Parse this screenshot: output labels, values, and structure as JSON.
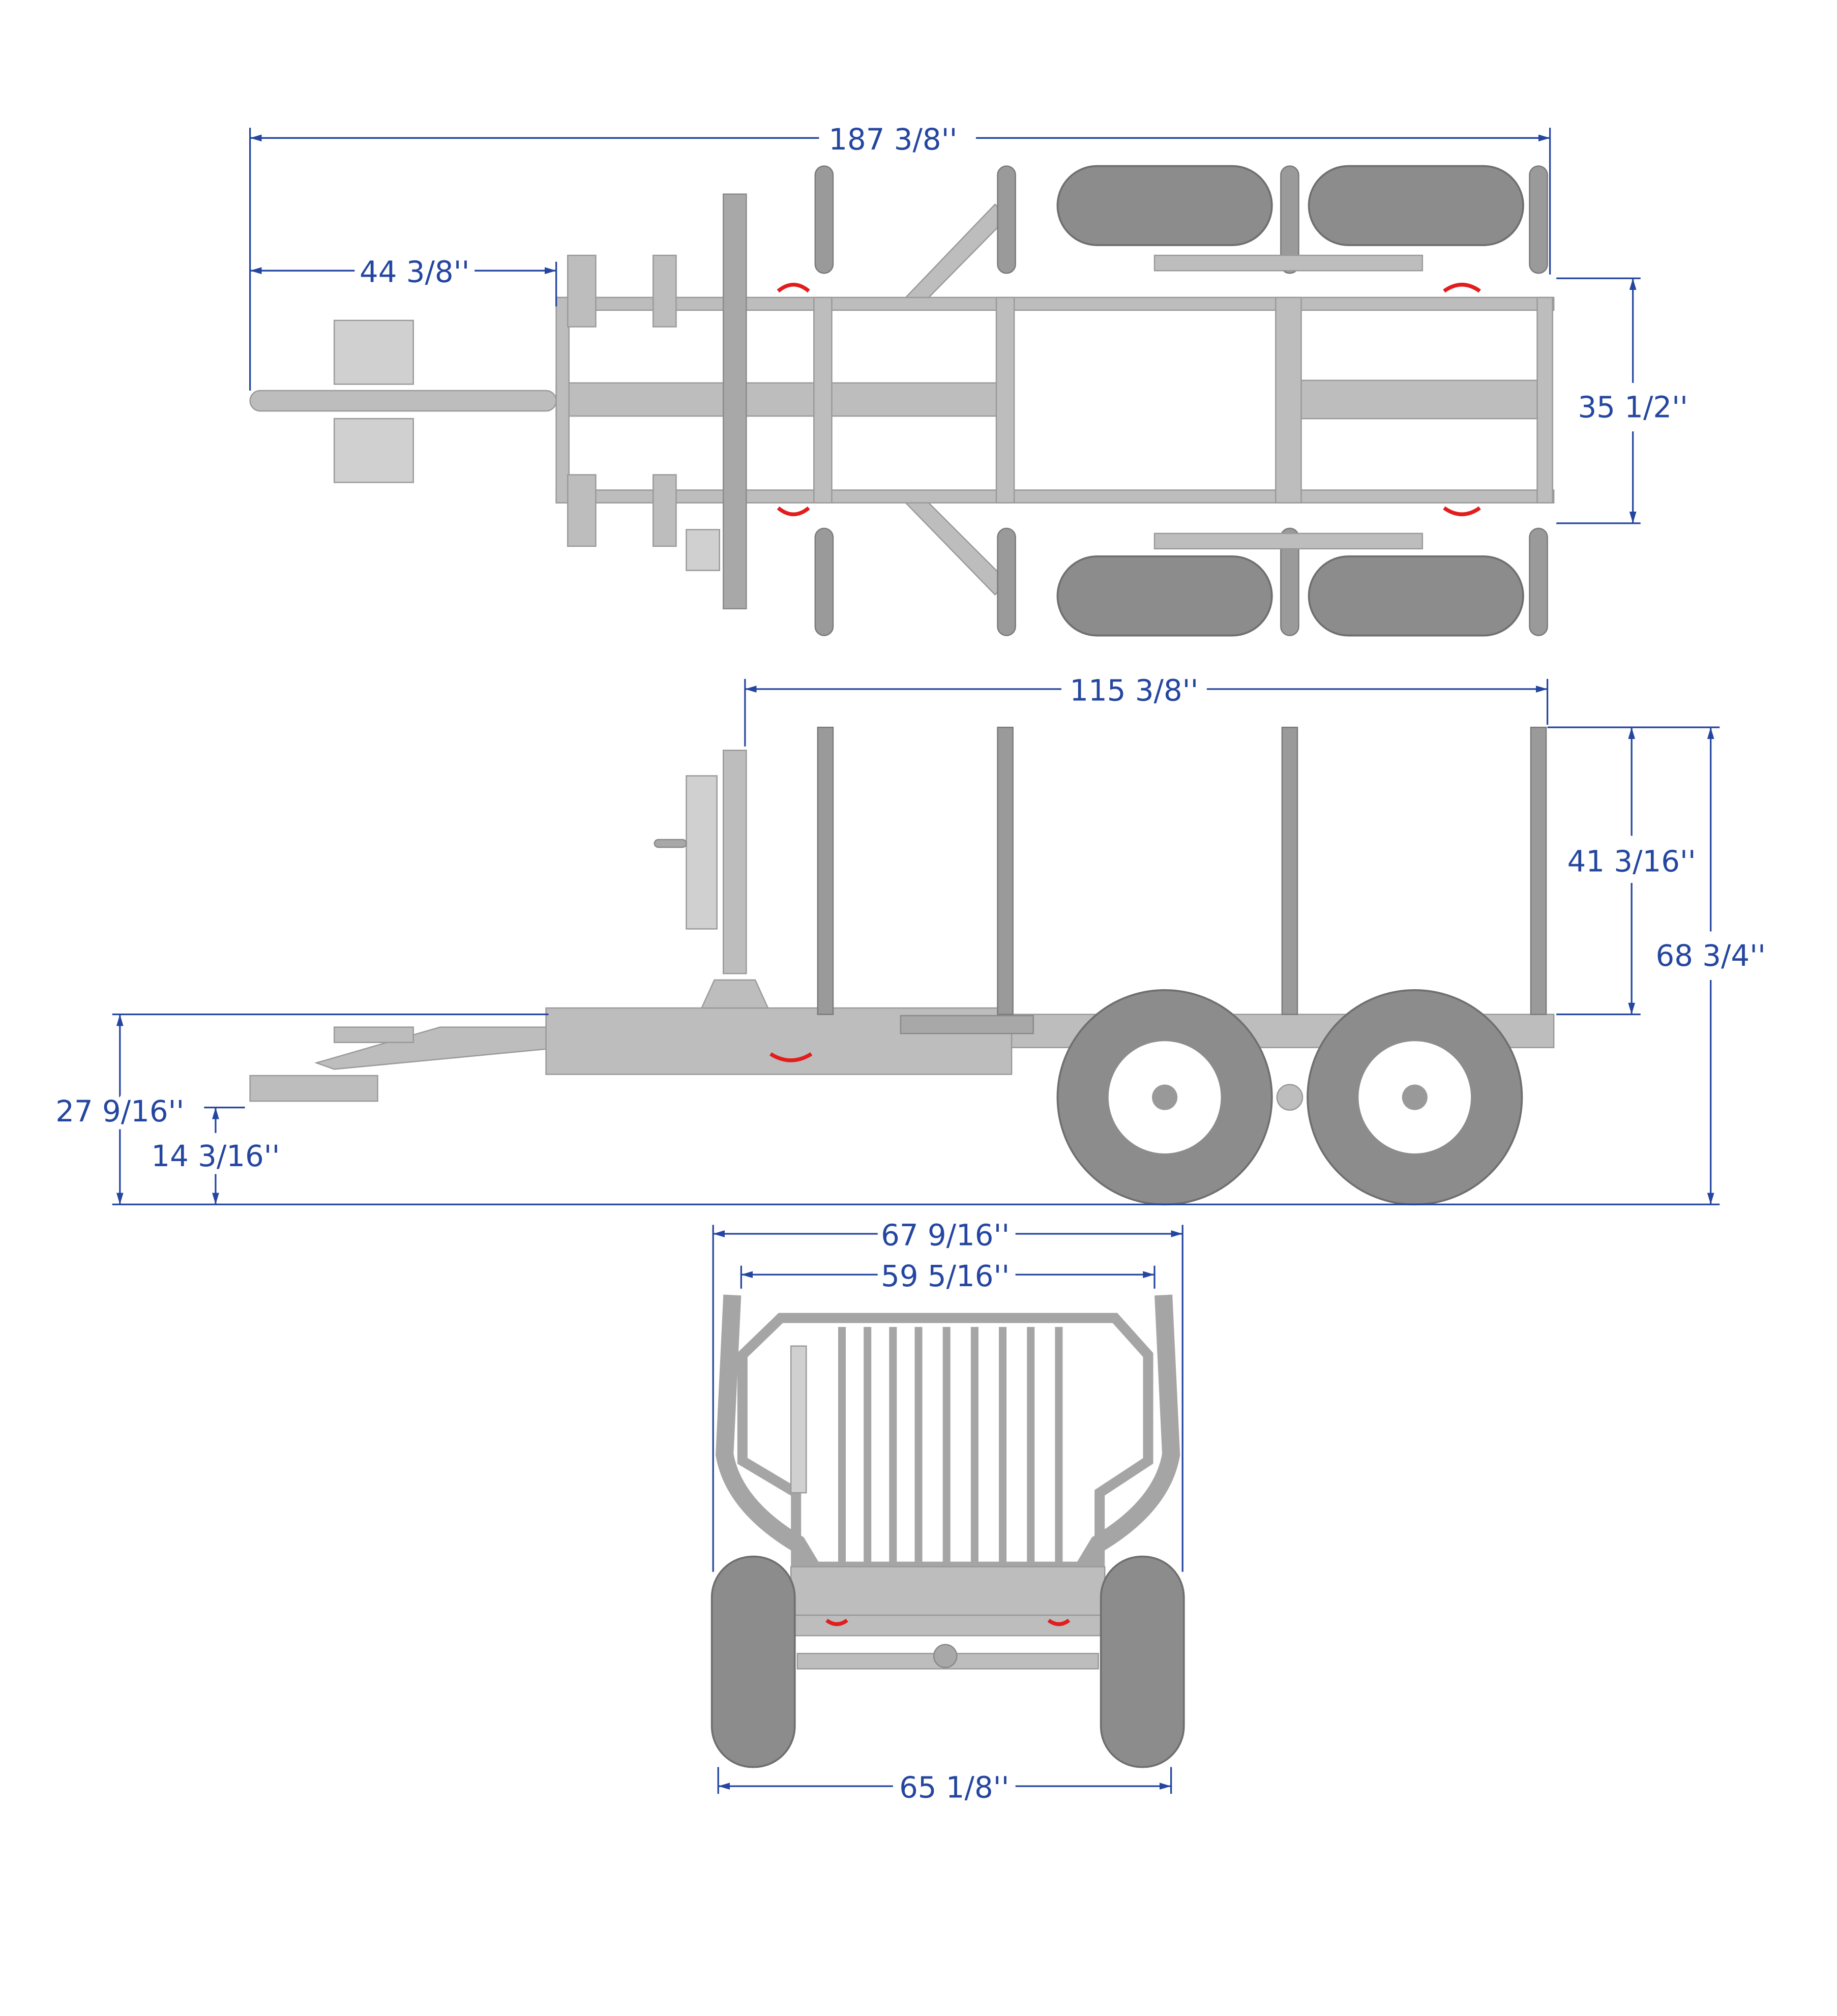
{
  "title": "Log trailer dimension drawing",
  "accent_color": "#2546a0",
  "top_view": {
    "overall_length": "187 3/8''",
    "tongue_to_frame": "44 3/8''",
    "frame_width": "35 1/2''"
  },
  "side_view": {
    "bunk_length": "115 3/8''",
    "stake_height": "41 3/16''",
    "overall_height": "68 3/4''",
    "frame_height": "27 9/16''",
    "hitch_height": "14 3/16''"
  },
  "rear_view": {
    "overall_width": "67 9/16''",
    "bunk_width": "59 5/16''",
    "track_width": "65 1/8''"
  }
}
